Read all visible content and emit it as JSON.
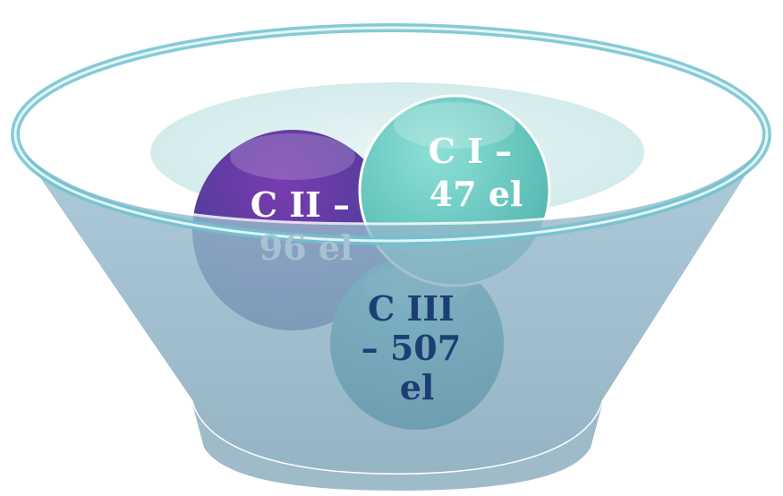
{
  "diagram": {
    "type": "funnel",
    "colors": {
      "funnel_fill": "#8fb3c6",
      "funnel_rim": "#6fc2cf",
      "circle_c1": "#6cc9c0",
      "circle_c2": "#5a2f98",
      "circle_c3": "#1b8b9d"
    },
    "circles": [
      {
        "id": "c1",
        "lines": [
          "C I –",
          "47 el"
        ]
      },
      {
        "id": "c2",
        "lines": [
          "C II –",
          "96 el"
        ]
      },
      {
        "id": "c3",
        "lines": [
          "C III",
          "– 507",
          "el"
        ]
      }
    ]
  }
}
